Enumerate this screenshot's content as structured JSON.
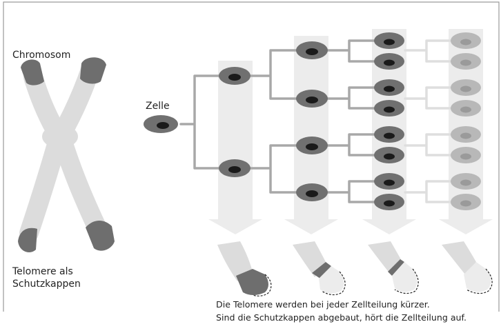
{
  "labels": {
    "chromosome": "Chromosom",
    "cell": "Zelle",
    "telomere_line1": "Telomere als",
    "telomere_line2": "Schutzkappen"
  },
  "caption": {
    "line1": "Die Telomere werden bei jeder Zellteilung kürzer.",
    "line2": "Sind die Schutzkappen abgebaut, hört die Zellteilung auf."
  },
  "colors": {
    "chromosome_body": "#dcdcdc",
    "telomere_cap": "#6e6e6e",
    "cell_body": "#707070",
    "cell_nucleus": "#1a1a1a",
    "faded_cell": "#b8b8b8",
    "faded_nucleus": "#9a9a9a",
    "arrow": "#ececec",
    "connector": "#a8a8a8",
    "connector_faded": "#dedede",
    "frame": "#9a9a9a"
  }
}
